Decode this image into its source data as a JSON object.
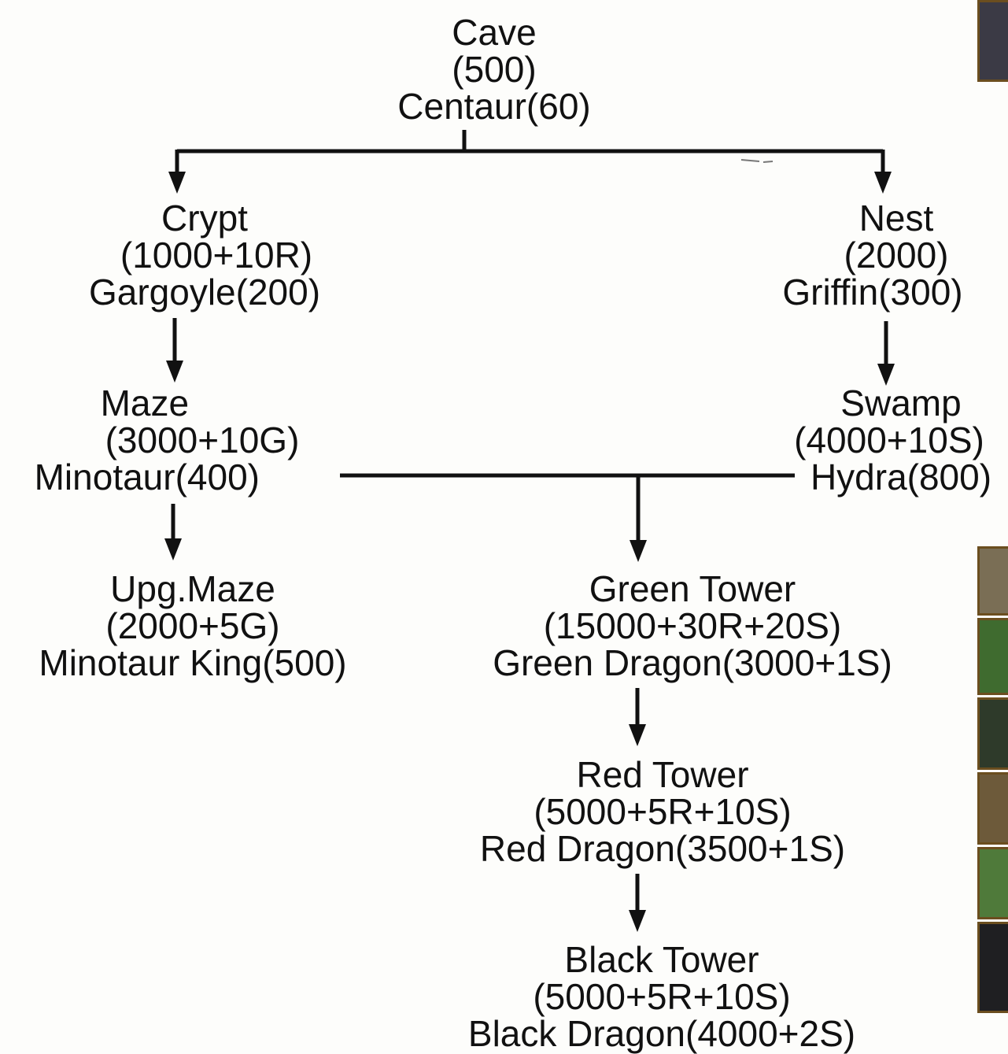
{
  "nodes": {
    "cave": {
      "name": "Cave",
      "cost": "(500)",
      "creature": "Centaur(60)"
    },
    "crypt": {
      "name": "Crypt",
      "cost": "(1000+10R)",
      "creature": "Gargoyle(200)"
    },
    "nest": {
      "name": "Nest",
      "cost": "(2000)",
      "creature": "Griffin(300)"
    },
    "maze": {
      "name": "Maze",
      "cost": "(3000+10G)",
      "creature": "Minotaur(400)"
    },
    "swamp": {
      "name": "Swamp",
      "cost": "(4000+10S)",
      "creature": "Hydra(800)"
    },
    "upg_maze": {
      "name": "Upg.Maze",
      "cost": "(2000+5G)",
      "creature": "Minotaur King(500)"
    },
    "green_tower": {
      "name": "Green Tower",
      "cost": "(15000+30R+20S)",
      "creature": "Green Dragon(3000+1S)"
    },
    "red_tower": {
      "name": "Red Tower",
      "cost": "(5000+5R+10S)",
      "creature": "Red Dragon(3500+1S)"
    },
    "black_tower": {
      "name": "Black Tower",
      "cost": "(5000+5R+10S)",
      "creature": "Black Dragon(4000+2S)"
    }
  },
  "thumbnails": [
    {
      "color": "#3b3a45"
    },
    {
      "color": "#7a6e55"
    },
    {
      "color": "#3f6b2f"
    },
    {
      "color": "#2e3a2a"
    },
    {
      "color": "#6d5a3a"
    },
    {
      "color": "#4f7a3a"
    },
    {
      "color": "#1f1f22"
    }
  ]
}
